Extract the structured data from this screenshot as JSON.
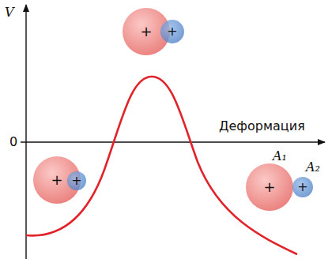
{
  "diagram": {
    "nodes": [
      {
        "text": [
          "+"
        ]
      },
      {
        "text": [
          "+"
        ]
      },
      {
        "text": [
          "+"
        ]
      },
      {
        "text": [
          "+"
        ]
      },
      {
        "text": [
          "+"
        ]
      },
      {
        "text": [
          "+"
        ]
      }
    ],
    "labels": [
      "V",
      "0",
      "Деформация",
      "A₁",
      "A₂"
    ]
  }
}
